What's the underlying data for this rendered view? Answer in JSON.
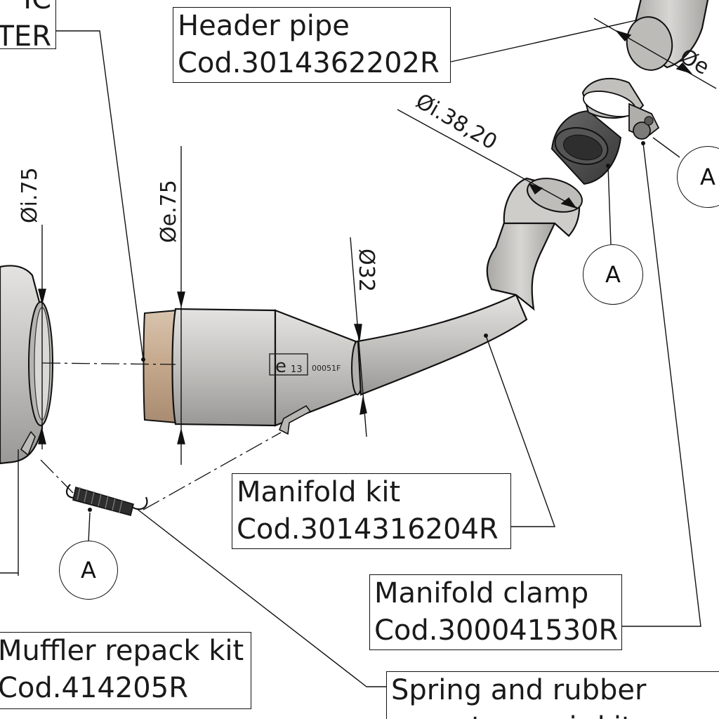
{
  "labels": {
    "converter_fragment": [
      "IC",
      "RTER"
    ],
    "header_pipe": [
      "Header pipe",
      "Cod.3014362202R"
    ],
    "manifold_kit": [
      "Manifold kit",
      "Cod.3014316204R"
    ],
    "manifold_clamp": [
      "Manifold clamp",
      "Cod.300041530R"
    ],
    "muffler_repack_kit": [
      "Muffler repack kit",
      "Cod.414205R"
    ],
    "spring_rubber": [
      "Spring and rubber",
      "mounts repair kit"
    ]
  },
  "dimensions": {
    "inner_75": "Øi.75",
    "outer_75": "Øe.75",
    "d32": "Ø32",
    "inner_3820": "Øi.38,20",
    "outer_cut": "Øe"
  },
  "callout_letter": "A",
  "homologation": {
    "e_mark": "e",
    "e_sub": "13",
    "code": "00051F"
  },
  "colors": {
    "pipe": "#c4c2bf",
    "bronze": "#c4a78b",
    "rubber": "#4c4c4c",
    "line": "#111111"
  }
}
